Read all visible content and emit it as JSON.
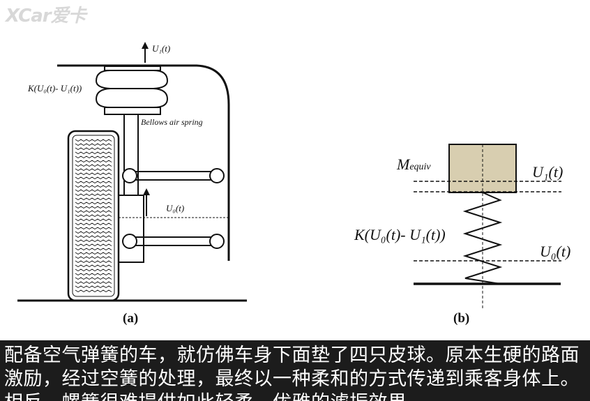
{
  "watermark": "XCar爱卡",
  "diagram_a": {
    "label_u1": "U₁(t)",
    "label_k": "K(U₀(t)- U₁(t))",
    "label_bellows": "Bellows air spring",
    "label_u0": "U₀(t)",
    "caption": "(a)"
  },
  "diagram_b": {
    "label_mass": "M",
    "label_mass_sub": "equiv",
    "label_u1": "U₁(t)",
    "label_k": "K(U₀(t)- U₁(t))",
    "label_u0": "U₀(t)",
    "caption": "(b)"
  },
  "colors": {
    "mass_fill": "#d8ceb0",
    "caption_bg": "#1c1c1c"
  },
  "caption_text": "配备空气弹簧的车，就仿佛车身下面垫了四只皮球。原本生硬的路面激励，经过空簧的处理，最终以一种柔和的方式传递到乘客身体上。相反，螺簧很难提供如此轻柔、优雅的滤振效果。"
}
